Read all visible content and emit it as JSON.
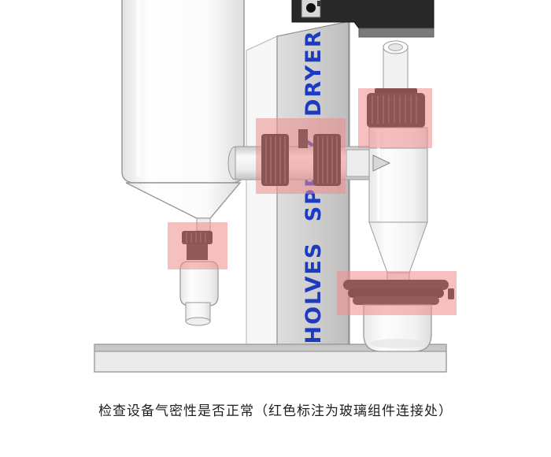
{
  "figure": {
    "brand_text": "HOLVES SPRAY DRYER",
    "caption": "检查设备气密性是否正常（红色标注为玻璃组件连接处）"
  },
  "colors": {
    "brand_blue": "#1e3bc0",
    "highlight_pink": "#ee8c8c",
    "machine_gray": "#cccccc",
    "caption_text": "#1f1f1f"
  },
  "annotations": {
    "highlight_regions": [
      "chamber-collector-joint",
      "spray-tube-couplings",
      "cyclone-top-cap-joint",
      "cyclone-collector-flange"
    ]
  }
}
